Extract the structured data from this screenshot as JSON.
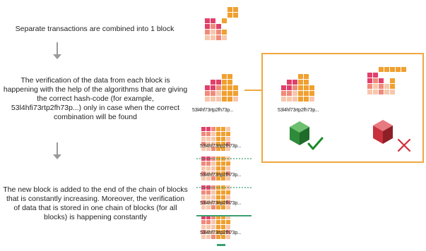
{
  "captions": {
    "step1": "Separate transactions are combined into 1 block",
    "step2": "The verification of the data from each block is happening with the help of the algorithms that are giving the correct hash-code (for example, 53l4hfi73rtp2fh73p...) only in case when the correct combination will be found",
    "step3": "The new block is added to the end of the chain of blocks that is constantly increasing. Moreover, the verification of data that is stored in one chain of blocks (for all blocks) is happening constantly"
  },
  "hash_labels": {
    "main": "53l4hf73rtp2fh73p...",
    "panel": "53l4hf73rtp2fh73p...",
    "chain": [
      "53l4hf73rtp2fh73p...",
      "53l4hf73rtp2fh73p...",
      "53l4hf73rtp2fh73p...",
      "53l4hf73rtp2fh73p..."
    ]
  },
  "icons": {
    "valid": "checkmark-icon",
    "invalid": "cross-icon"
  },
  "colors": {
    "orange": "#f0a030",
    "pink": "#e0406a",
    "salmon": "#f08a7a",
    "peach": "#f7c7ad",
    "panel_border": "#f0a840",
    "green_cube": "#2e8b3a",
    "red_cube": "#c8323c",
    "check": "#1a8a2a",
    "cross": "#d0303a",
    "dotted_line": "#3aa070"
  }
}
